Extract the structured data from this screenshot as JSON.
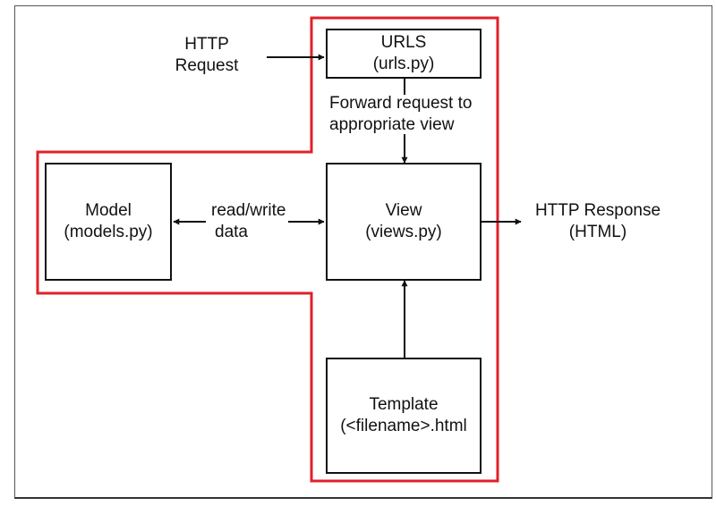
{
  "diagram": {
    "highlight_color": "#e0202a",
    "line_color": "#111111",
    "boxes": {
      "urls": {
        "title": "URLS",
        "subtitle": "(urls.py)"
      },
      "model": {
        "title": "Model",
        "subtitle": "(models.py)"
      },
      "view": {
        "title": "View",
        "subtitle": "(views.py)"
      },
      "template": {
        "title": "Template",
        "subtitle": "(<filename>.html"
      }
    },
    "labels": {
      "http_request": {
        "line1": "HTTP",
        "line2": "Request"
      },
      "forward": {
        "line1": "Forward request to",
        "line2": "appropriate view"
      },
      "read_write": {
        "line1": "read/write",
        "line2": "data"
      },
      "http_response": {
        "line1": "HTTP Response",
        "line2": "(HTML)"
      }
    }
  }
}
